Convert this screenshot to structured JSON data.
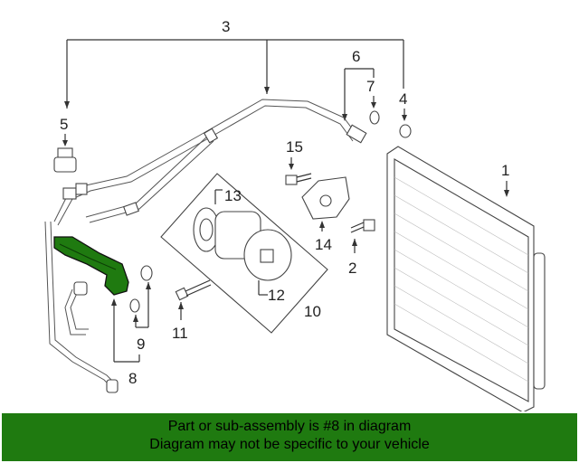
{
  "diagram": {
    "callouts": {
      "c1": "1",
      "c2": "2",
      "c3": "3",
      "c4": "4",
      "c5": "5",
      "c6": "6",
      "c7": "7",
      "c8": "8",
      "c9": "9",
      "c10": "10",
      "c11": "11",
      "c12": "12",
      "c13": "13",
      "c14": "14",
      "c15": "15"
    },
    "highlight_color": "#1f7a10"
  },
  "banner": {
    "line1": "Part or sub-assembly is #8 in diagram",
    "line2": "Diagram may not be specific to your vehicle",
    "background": "#1f7a10"
  }
}
